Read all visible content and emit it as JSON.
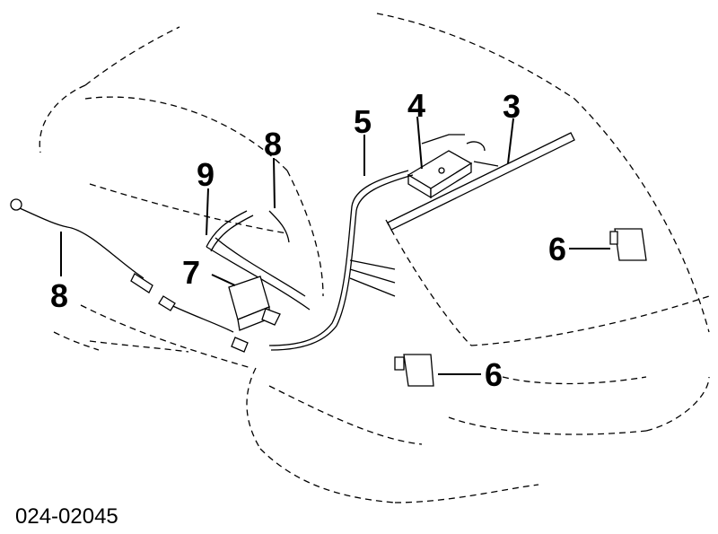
{
  "diagram": {
    "callouts": {
      "c3": "3",
      "c4": "4",
      "c5": "5",
      "c6a": "6",
      "c6b": "6",
      "c7": "7",
      "c8a": "8",
      "c8b": "8",
      "c9": "9"
    },
    "reference_code": "024-02045"
  }
}
